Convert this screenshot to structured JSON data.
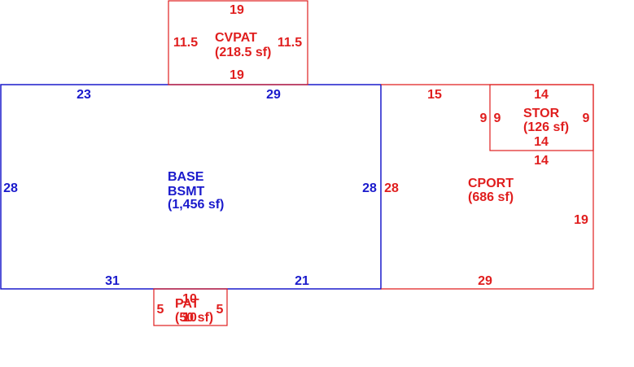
{
  "colors": {
    "blue": "#1a1acc",
    "red": "#e01e1e"
  },
  "base": {
    "name": "BASE",
    "name2": "BSMT",
    "area": "(1,456 sf)",
    "dims": {
      "top_left": "23",
      "top_right": "29",
      "left": "28",
      "right": "28",
      "bottom_left": "31",
      "bottom_right": "21"
    }
  },
  "cvpat": {
    "name": "CVPAT",
    "area": "(218.5 sf)",
    "dims": {
      "top": "19",
      "left": "11.5",
      "right": "11.5",
      "bottom": "19"
    }
  },
  "cport": {
    "name": "CPORT",
    "area": "(686 sf)",
    "dims": {
      "top": "15",
      "left": "28",
      "inner_left": "9",
      "inner_bottom": "14",
      "right": "19",
      "bottom": "29"
    }
  },
  "stor": {
    "name": "STOR",
    "area": "(126 sf)",
    "dims": {
      "top": "14",
      "left": "9",
      "right": "9",
      "bottom": "14"
    }
  },
  "pat": {
    "name": "PAT",
    "area": "(50 sf)",
    "dims": {
      "top": "10",
      "left": "5",
      "right": "5",
      "bottom": "10"
    }
  }
}
